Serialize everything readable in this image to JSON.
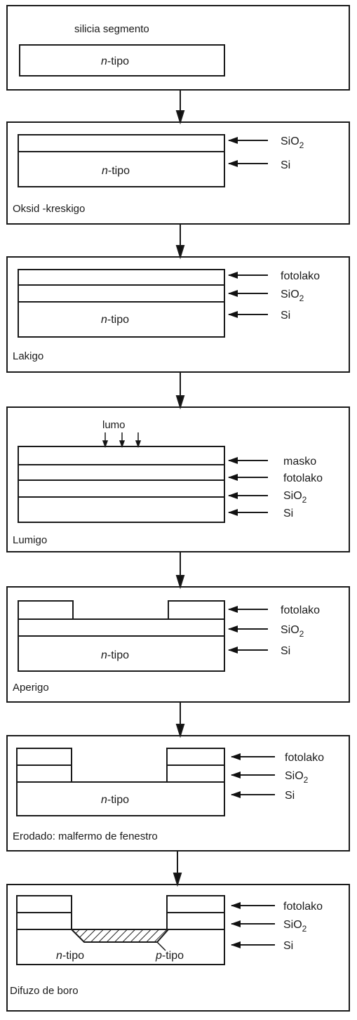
{
  "steps": [
    {
      "title": "silicia segmento",
      "layer_labels": [],
      "region_labels": [
        {
          "italic": "n",
          "rest": "-tipo"
        }
      ]
    },
    {
      "title": "Oksid -kreskigo",
      "layer_labels": [
        {
          "base": "SiO",
          "sub": "2"
        },
        {
          "base": "Si",
          "sub": ""
        }
      ],
      "region_labels": [
        {
          "italic": "n",
          "rest": "-tipo"
        }
      ]
    },
    {
      "title": "Lakigo",
      "layer_labels": [
        {
          "base": "fotolako",
          "sub": ""
        },
        {
          "base": "SiO",
          "sub": "2"
        },
        {
          "base": "Si",
          "sub": ""
        }
      ],
      "region_labels": [
        {
          "italic": "n",
          "rest": "-tipo"
        }
      ]
    },
    {
      "title": "Lumigo",
      "light_label": "lumo",
      "layer_labels": [
        {
          "base": "masko",
          "sub": ""
        },
        {
          "base": "fotolako",
          "sub": ""
        },
        {
          "base": "SiO",
          "sub": "2"
        },
        {
          "base": "Si",
          "sub": ""
        }
      ],
      "region_labels": []
    },
    {
      "title": "Aperigo",
      "layer_labels": [
        {
          "base": "fotolako",
          "sub": ""
        },
        {
          "base": "SiO",
          "sub": "2"
        },
        {
          "base": "Si",
          "sub": ""
        }
      ],
      "region_labels": [
        {
          "italic": "n",
          "rest": "-tipo"
        }
      ]
    },
    {
      "title": "Erodado: malfermo de fenestro",
      "layer_labels": [
        {
          "base": "fotolako",
          "sub": ""
        },
        {
          "base": "SiO",
          "sub": "2"
        },
        {
          "base": "Si",
          "sub": ""
        }
      ],
      "region_labels": [
        {
          "italic": "n",
          "rest": "-tipo"
        }
      ]
    },
    {
      "title": "Difuzo de boro",
      "layer_labels": [
        {
          "base": "fotolako",
          "sub": ""
        },
        {
          "base": "SiO",
          "sub": "2"
        },
        {
          "base": "Si",
          "sub": ""
        }
      ],
      "region_labels": [
        {
          "italic": "n",
          "rest": "-tipo"
        },
        {
          "italic": "p",
          "rest": "-tipo"
        }
      ]
    }
  ]
}
